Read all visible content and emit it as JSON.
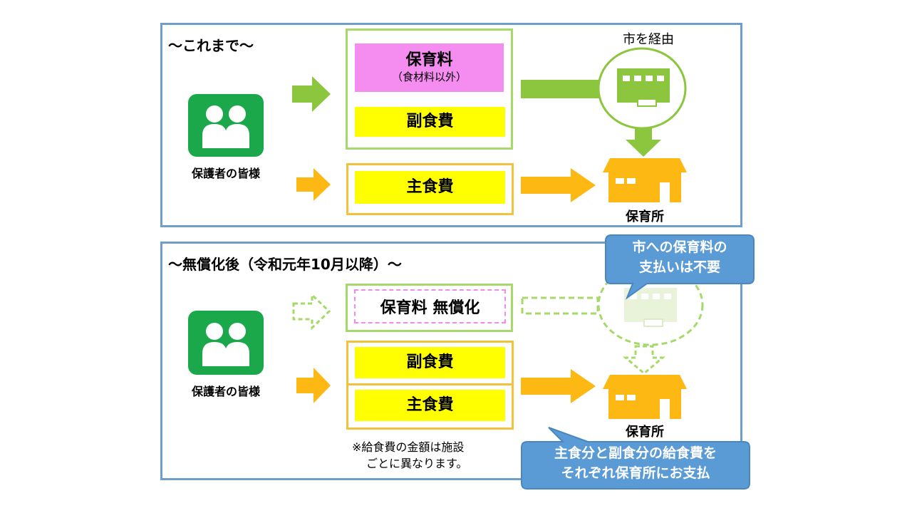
{
  "before": {
    "title": "〜これまで〜",
    "guardians_label": "保護者の皆様",
    "hoikuryo_label": "保育料",
    "hoikuryo_sub": "（食材料以外）",
    "fukushokuhi_label": "副食費",
    "shushokuhi_label": "主食費",
    "city_label": "市を経由",
    "nursery_label": "保育所"
  },
  "after": {
    "title": "〜無償化後（令和元年10月以降）〜",
    "guardians_label": "保護者の皆様",
    "hoikuryo_free_label": "保育料 無償化",
    "fukushokuhi_label": "副食費",
    "shushokuhi_label": "主食費",
    "nursery_label": "保育所",
    "note_line1": "※給食費の金額は施設",
    "note_line2": "ごとに異なります。",
    "callout_top_line1": "市への保育料の",
    "callout_top_line2": "支払いは不要",
    "callout_bottom_line1": "主食分と副食分の給食費を",
    "callout_bottom_line2": "それぞれ保育所にお支払"
  },
  "colors": {
    "panel_border": "#6f9fc9",
    "green": "#8cc63f",
    "light_green": "#a5d96a",
    "orange": "#fdb813",
    "yellow": "#ffff00",
    "pink": "#f58cf0",
    "people_icon_bg": "#1aa84a",
    "callout": "#5b9bd5"
  },
  "icons": [
    "people-icon",
    "building-icon",
    "nursery-icon",
    "arrow-icon"
  ]
}
